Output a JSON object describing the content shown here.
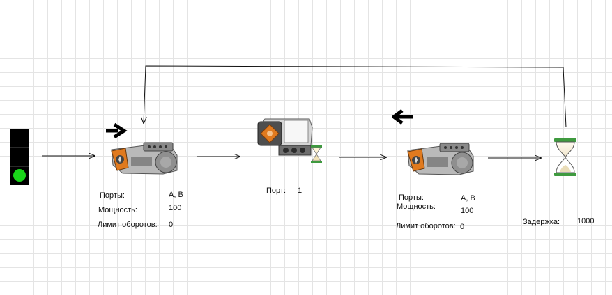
{
  "start_block": {
    "icon": "traffic-light-icon",
    "state": "green"
  },
  "motor_forward": {
    "icon": "nxt-motor-icon",
    "direction_icon": "arrow-right-icon",
    "ports_label": "Порты:",
    "ports_value": "A, B",
    "power_label": "Мощность:",
    "power_value": "100",
    "limit_label": "Лимит оборотов:",
    "limit_value": "0"
  },
  "touch_wait": {
    "icon": "nxt-touch-sensor-icon",
    "wait_icon": "hourglass-icon",
    "port_label": "Порт:",
    "port_value": "1"
  },
  "motor_backward": {
    "icon": "nxt-motor-icon",
    "direction_icon": "arrow-left-icon",
    "ports_label": "Порты:",
    "ports_value": "A, B",
    "power_label": "Мощность:",
    "power_value": "100",
    "limit_label": "Лимит оборотов:",
    "limit_value": "0"
  },
  "delay_block": {
    "icon": "hourglass-icon",
    "delay_label": "Задержка:",
    "delay_value": "1000"
  },
  "colors": {
    "wire": "#111111",
    "motor_body": "#b9b9b9",
    "motor_accent": "#e07a1f",
    "start_green": "#19d419",
    "hourglass_frame": "#3f9a3f"
  }
}
